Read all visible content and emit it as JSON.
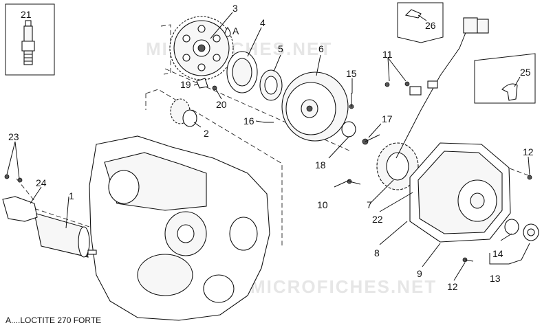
{
  "watermark": "MICROFICHES.NET",
  "note": "A....LOCTITE 270 FORTE",
  "marker_a": "A",
  "callouts": [
    "1",
    "2",
    "3",
    "4",
    "5",
    "6",
    "7",
    "8",
    "9",
    "10",
    "11",
    "12",
    "12",
    "13",
    "14",
    "15",
    "16",
    "17",
    "18",
    "19",
    "20",
    "21",
    "22",
    "23",
    "24",
    "25",
    "26"
  ]
}
